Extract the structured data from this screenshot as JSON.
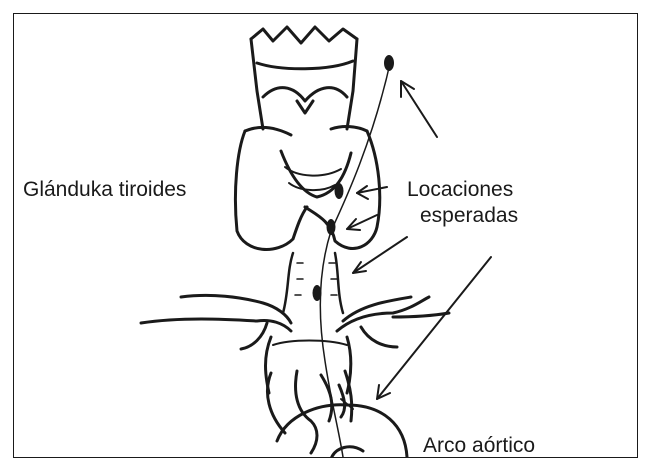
{
  "diagram": {
    "labels": {
      "thyroid": "Glánduka tiroides",
      "expected_line1": "Locaciones",
      "expected_line2": "esperadas",
      "aortic_arch": "Arco aórtico"
    },
    "colors": {
      "ink": "#1a1a1a",
      "background": "#ffffff"
    }
  }
}
